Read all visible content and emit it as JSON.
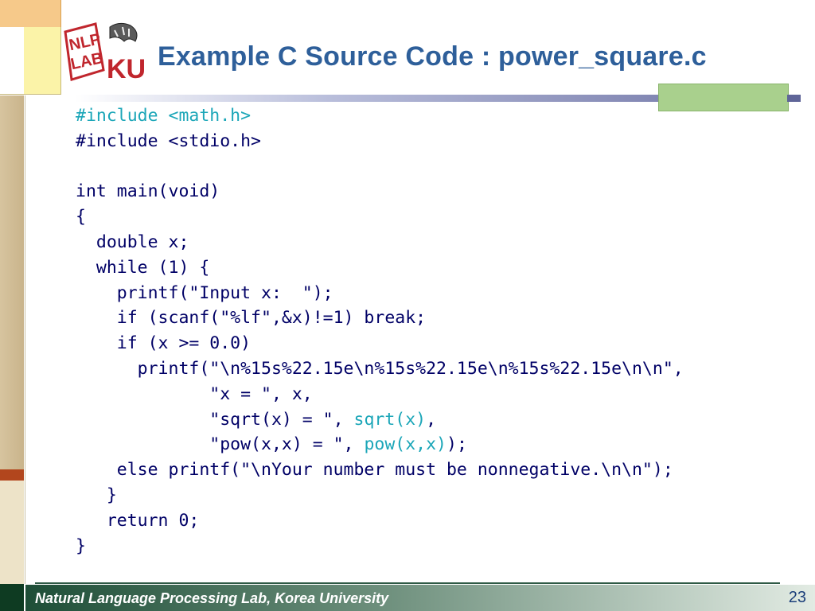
{
  "slide": {
    "title": "Example C Source Code : power_square.c",
    "logo_text": "NLP LAB KU",
    "footer": "Natural Language Processing Lab, Korea University",
    "page_number": "23"
  },
  "code_lines": [
    [
      {
        "t": "#include <math.h>",
        "hl": true
      }
    ],
    [
      {
        "t": "#include <stdio.h>",
        "hl": false
      }
    ],
    [
      {
        "t": "",
        "hl": false
      }
    ],
    [
      {
        "t": "int main(void)",
        "hl": false
      }
    ],
    [
      {
        "t": "{",
        "hl": false
      }
    ],
    [
      {
        "t": "  double x;",
        "hl": false
      }
    ],
    [
      {
        "t": "  while (1) {",
        "hl": false
      }
    ],
    [
      {
        "t": "    printf(\"Input x:  \");",
        "hl": false
      }
    ],
    [
      {
        "t": "    if (scanf(\"%lf\",&x)!=1) break;",
        "hl": false
      }
    ],
    [
      {
        "t": "    if (x >= 0.0)",
        "hl": false
      }
    ],
    [
      {
        "t": "      printf(\"\\n%15s%22.15e\\n%15s%22.15e\\n%15s%22.15e\\n\\n\",",
        "hl": false
      }
    ],
    [
      {
        "t": "             \"x = \", x,",
        "hl": false
      }
    ],
    [
      {
        "t": "             \"sqrt(x) = \", ",
        "hl": false
      },
      {
        "t": "sqrt(x)",
        "hl": true
      },
      {
        "t": ",",
        "hl": false
      }
    ],
    [
      {
        "t": "             \"pow(x,x) = \", ",
        "hl": false
      },
      {
        "t": "pow(x,x)",
        "hl": true
      },
      {
        "t": ");",
        "hl": false
      }
    ],
    [
      {
        "t": "    else printf(\"\\nYour number must be nonnegative.\\n\\n\");",
        "hl": false
      }
    ],
    [
      {
        "t": "   }",
        "hl": false
      }
    ],
    [
      {
        "t": "   return 0;",
        "hl": false
      }
    ],
    [
      {
        "t": "}",
        "hl": false
      }
    ]
  ],
  "colors": {
    "title": "#2e5f9a",
    "code": "#000066",
    "highlight": "#1ba6b8",
    "footer_dark": "#1e4e37"
  }
}
